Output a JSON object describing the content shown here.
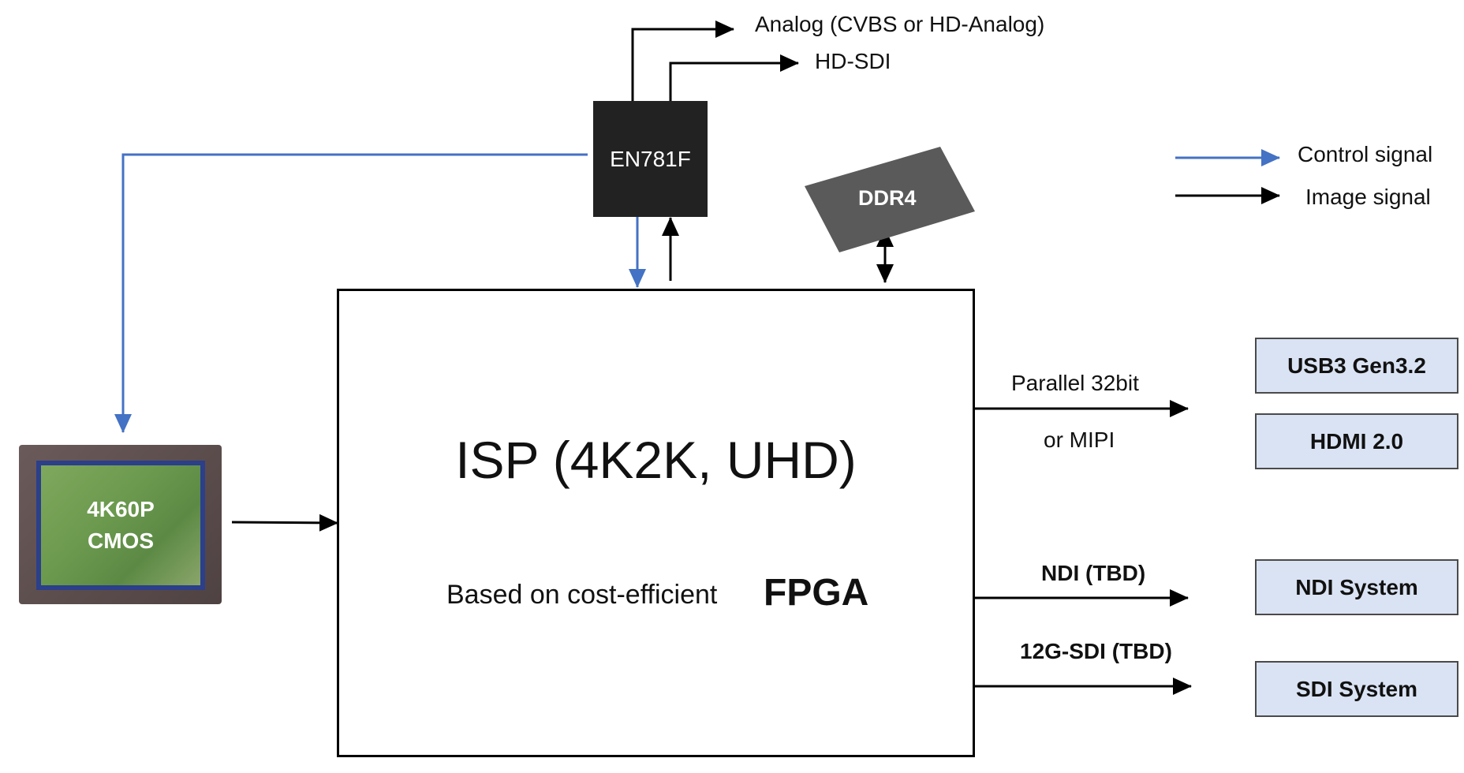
{
  "chip": {
    "label": "EN781F"
  },
  "outputs_top": {
    "analog": "Analog (CVBS or HD-Analog)",
    "hdsdi": "HD-SDI"
  },
  "memory": {
    "label": "DDR4"
  },
  "legend": {
    "control": "Control signal",
    "image": "Image signal"
  },
  "isp": {
    "title": "ISP (4K2K, UHD)",
    "subtitle": "Based on cost-efficient",
    "subtitle_bold": "FPGA"
  },
  "sensor": {
    "line1": "4K60P",
    "line2": "CMOS"
  },
  "links": {
    "parallel_line1": "Parallel 32bit",
    "parallel_line2": "or MIPI",
    "ndi": "NDI (TBD)",
    "sdi": "12G-SDI (TBD)"
  },
  "targets": {
    "usb": "USB3 Gen3.2",
    "hdmi": "HDMI 2.0",
    "ndi": "NDI System",
    "sdi": "SDI System"
  },
  "colors": {
    "control_line": "#4472c4",
    "image_line": "#000000",
    "chip_fill": "#222222",
    "target_fill": "#dae3f3"
  }
}
